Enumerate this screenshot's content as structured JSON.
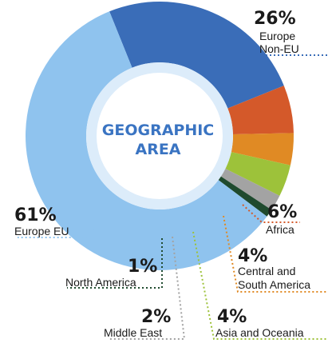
{
  "chart_data": {
    "type": "pie",
    "title": "GEOGRAPHIC AREA",
    "title_lines": [
      "GEOGRAPHIC",
      "AREA"
    ],
    "slices": [
      {
        "key": "europe-non-eu",
        "value": 26,
        "pct_label": "26%",
        "label_lines": [
          "Europe",
          "Non-EU"
        ],
        "color": "#3a6db8"
      },
      {
        "key": "africa",
        "value": 6,
        "pct_label": "6%",
        "label_lines": [
          "Africa"
        ],
        "color": "#d4592a"
      },
      {
        "key": "central-south-america",
        "value": 4,
        "pct_label": "4%",
        "label_lines": [
          "Central and",
          "South America"
        ],
        "color": "#e08a24"
      },
      {
        "key": "asia-oceania",
        "value": 4,
        "pct_label": "4%",
        "label_lines": [
          "Asia and Oceania"
        ],
        "color": "#9dc23a"
      },
      {
        "key": "middle-east",
        "value": 2,
        "pct_label": "2%",
        "label_lines": [
          "Middle East"
        ],
        "color": "#a3a3a3"
      },
      {
        "key": "north-america",
        "value": 1,
        "pct_label": "1%",
        "label_lines": [
          "North America"
        ],
        "color": "#1f4a2e"
      },
      {
        "key": "europe-eu",
        "value": 61,
        "pct_label": "61%",
        "label_lines": [
          "Europe EU"
        ],
        "color": "#8fc3ee"
      }
    ]
  }
}
